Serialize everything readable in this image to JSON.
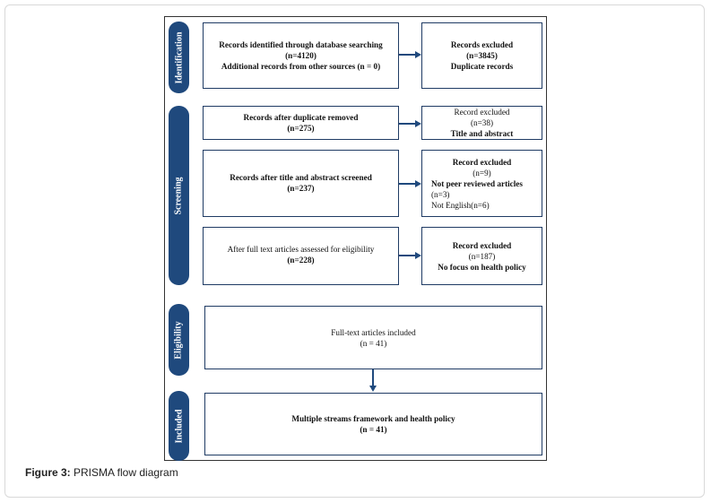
{
  "caption": {
    "label": "Figure 3:",
    "text": " PRISMA flow diagram"
  },
  "stages": {
    "identification": "Identification",
    "screening": "Screening",
    "eligibility": "Eligibility",
    "included": "Included"
  },
  "boxes": {
    "identified": {
      "line1": "Records identified through database searching",
      "line2": "(n=4120)",
      "line3": "Additional records from other sources (n = 0)"
    },
    "excluded_duplicates": {
      "line1": "Records excluded",
      "line2": "(n=3845)",
      "line3": "Duplicate records"
    },
    "after_duplicates": {
      "line1": "Records after duplicate removed",
      "line2": "(n=275)"
    },
    "excluded_title": {
      "line1": "Record excluded",
      "line2": "(n=38)",
      "line3": "Title and abstract"
    },
    "after_title": {
      "line1": "Records after title and abstract screened",
      "line2": "(n=237)"
    },
    "excluded_peer": {
      "line1": "Record excluded",
      "line2": "(n=9)",
      "line3": "Not peer reviewed articles",
      "line4": "(n=3)",
      "line5": "Not English(n=6)"
    },
    "after_fulltext": {
      "line1": "After full text articles assessed for eligibility",
      "line2": "(n=228)"
    },
    "excluded_focus": {
      "line1": "Record excluded",
      "line2": "(n=187)",
      "line3": "No focus on health policy"
    },
    "included_fulltext": {
      "line1": "Full-text articles included",
      "line2": "(n = 41)"
    },
    "final": {
      "line1": "Multiple streams framework and health policy",
      "line2": "(n = 41)"
    }
  },
  "colors": {
    "stage_fill": "#1f497d",
    "box_border": "#1f3b64",
    "arrow": "#1f497d"
  }
}
